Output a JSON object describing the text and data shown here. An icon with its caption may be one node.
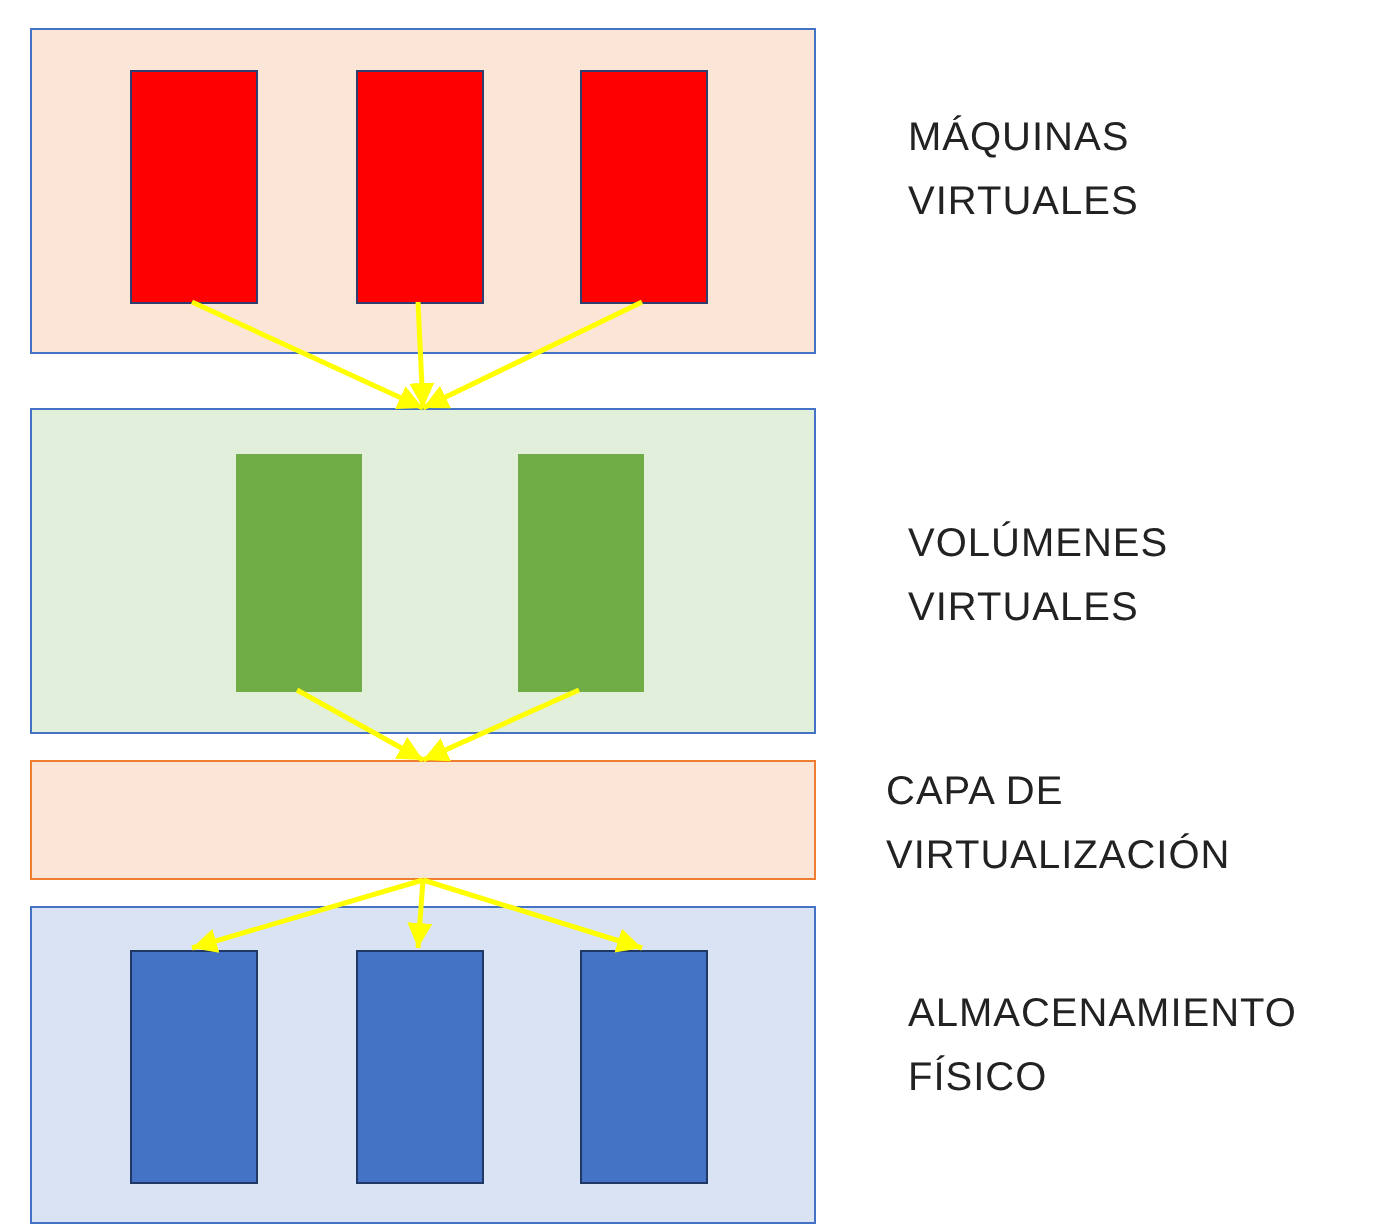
{
  "diagram": {
    "nodes": [
      {
        "text": [
          "MÁQUINAS VIRTUALES"
        ]
      },
      {
        "text": [],
        "shape": "box",
        "in": 0
      },
      {
        "text": [],
        "shape": "box",
        "in": 0
      },
      {
        "text": [],
        "shape": "box",
        "in": 0
      },
      {
        "text": [
          "VOLÚMENES VIRTUALES"
        ]
      },
      {
        "text": [],
        "shape": "box",
        "in": 4
      },
      {
        "text": [],
        "shape": "box",
        "in": 4
      },
      {
        "text": [
          "CAPA DE VIRTUALIZACIÓN"
        ]
      },
      {
        "text": [
          "ALMACENAMIENTO FÍSICO"
        ]
      },
      {
        "text": [],
        "shape": "box",
        "in": 8
      },
      {
        "text": [],
        "shape": "box",
        "in": 8
      },
      {
        "text": [],
        "shape": "box",
        "in": 8
      }
    ],
    "edges": [
      {
        "from": 1,
        "to": 4,
        "arrow": "to",
        "color": "#ffff00"
      },
      {
        "from": 2,
        "to": 4,
        "arrow": "to",
        "color": "#ffff00"
      },
      {
        "from": 3,
        "to": 4,
        "arrow": "to",
        "color": "#ffff00"
      },
      {
        "from": 5,
        "to": 7,
        "arrow": "to",
        "color": "#ffff00"
      },
      {
        "from": 6,
        "to": 7,
        "arrow": "to",
        "color": "#ffff00"
      },
      {
        "from": 7,
        "to": 9,
        "arrow": "to",
        "color": "#ffff00"
      },
      {
        "from": 7,
        "to": 10,
        "arrow": "to",
        "color": "#ffff00"
      },
      {
        "from": 7,
        "to": 11,
        "arrow": "to",
        "color": "#ffff00"
      }
    ]
  }
}
